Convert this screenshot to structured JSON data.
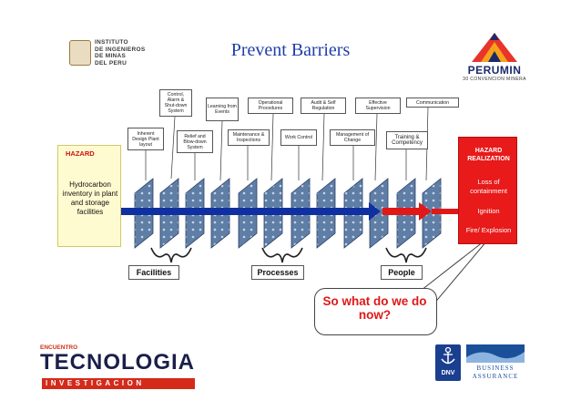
{
  "title": "Prevent Barriers",
  "logo_left": {
    "lines": [
      "INSTITUTO",
      "DE INGENIEROS",
      "DE MINAS",
      "DEL PERU"
    ]
  },
  "logo_right": {
    "name": "PERUMIN",
    "sub": "30 CONVENCION MINERA"
  },
  "barriers_top": [
    "Control, Alarm & Shut-down System",
    "Learning from Events",
    "Operational Procedures",
    "Audit & Self Regulation",
    "Effective Supervision",
    "Communication"
  ],
  "barriers_bottom": [
    "Inherent Design Plant layout",
    "Relief and Blow-down System",
    "Maintenance & Inspections",
    "Work Control",
    "Management of Change",
    "Training & Competency"
  ],
  "hazard": {
    "heading": "HAZARD",
    "body": "Hydrocarbon inventory in plant and storage facilities"
  },
  "realization": {
    "heading": "HAZARD REALIZATION",
    "items": [
      "Loss  of containment",
      "Ignition",
      "Fire/ Explosion"
    ]
  },
  "groups": [
    "Facilities",
    "Processes",
    "People"
  ],
  "callout": "So what do we do  now?",
  "footer_left": {
    "top": "ENCUENTRO",
    "main": "TECNOLOGIA",
    "sub": "INVESTIGACION"
  },
  "footer_dnv": "DNV",
  "footer_right": {
    "line1": "BUSINESS",
    "line2": "ASSURANCE"
  },
  "colors": {
    "title": "#1f3fa8",
    "arrow_blue": "#1030a0",
    "arrow_red": "#e01818",
    "hazard_bg": "#fffbd0",
    "realization_bg": "#e81a1a"
  }
}
